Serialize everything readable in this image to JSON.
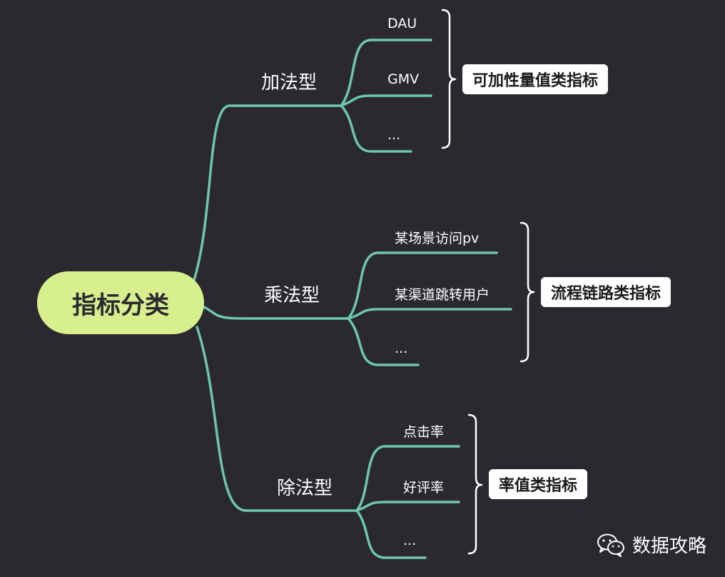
{
  "root": {
    "label": "指标分类"
  },
  "branches": [
    {
      "label": "加法型",
      "leaves": [
        "DAU",
        "GMV",
        "..."
      ],
      "summary": "可加性量值类指标"
    },
    {
      "label": "乘法型",
      "leaves": [
        "某场景访问pv",
        "某渠道跳转用户",
        "..."
      ],
      "summary": "流程链路类指标"
    },
    {
      "label": "除法型",
      "leaves": [
        "点击率",
        "好评率",
        "..."
      ],
      "summary": "率值类指标"
    }
  ],
  "watermark": {
    "text": "数据攻略",
    "icon": "wechat-icon"
  },
  "colors": {
    "background": "#2b2830",
    "line": "#6cc7ad",
    "root_fill": "#d7f08d",
    "bracket": "#ffffff"
  }
}
